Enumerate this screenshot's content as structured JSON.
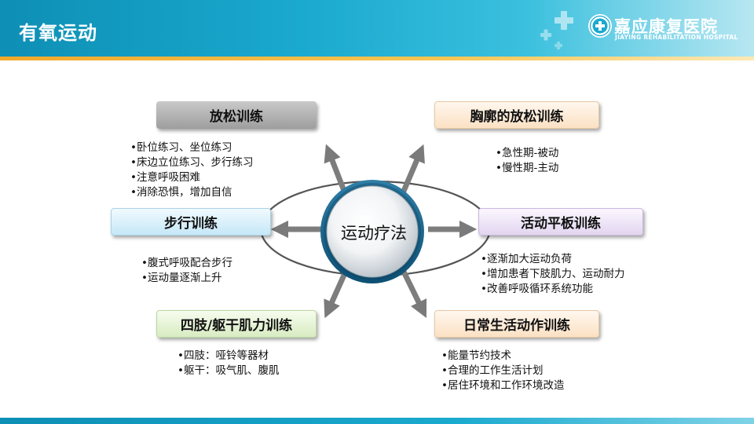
{
  "header": {
    "title": "有氧运动",
    "brand_name": "嘉应康复医院",
    "brand_sub": "JIAYING REHABILITATION HOSPITAL"
  },
  "diagram": {
    "center": "运动疗法",
    "nodes": {
      "relax": {
        "label": "放松训练",
        "bullets": [
          "卧位练习、坐位练习",
          "床边立位练习、步行练习",
          "注意呼吸困难",
          "消除恐惧，增加自信"
        ]
      },
      "chest": {
        "label": "胸廓的放松训练",
        "bullets": [
          "急性期-被动",
          "慢性期-主动"
        ]
      },
      "walk": {
        "label": "步行训练",
        "bullets": [
          "腹式呼吸配合步行",
          "运动量逐渐上升"
        ]
      },
      "board": {
        "label": "活动平板训练",
        "bullets": [
          "逐渐加大运动负荷",
          "增加患者下肢肌力、运动耐力",
          "改善呼吸循环系统功能"
        ]
      },
      "limb": {
        "label": "四肢/躯干肌力训练",
        "bullets": [
          "四肢：哑铃等器材",
          "躯干：吸气肌、腹肌"
        ]
      },
      "daily": {
        "label": "日常生活动作训练",
        "bullets": [
          "能量节约技术",
          "合理的工作生活计划",
          "居住环境和工作环境改造"
        ]
      }
    }
  }
}
